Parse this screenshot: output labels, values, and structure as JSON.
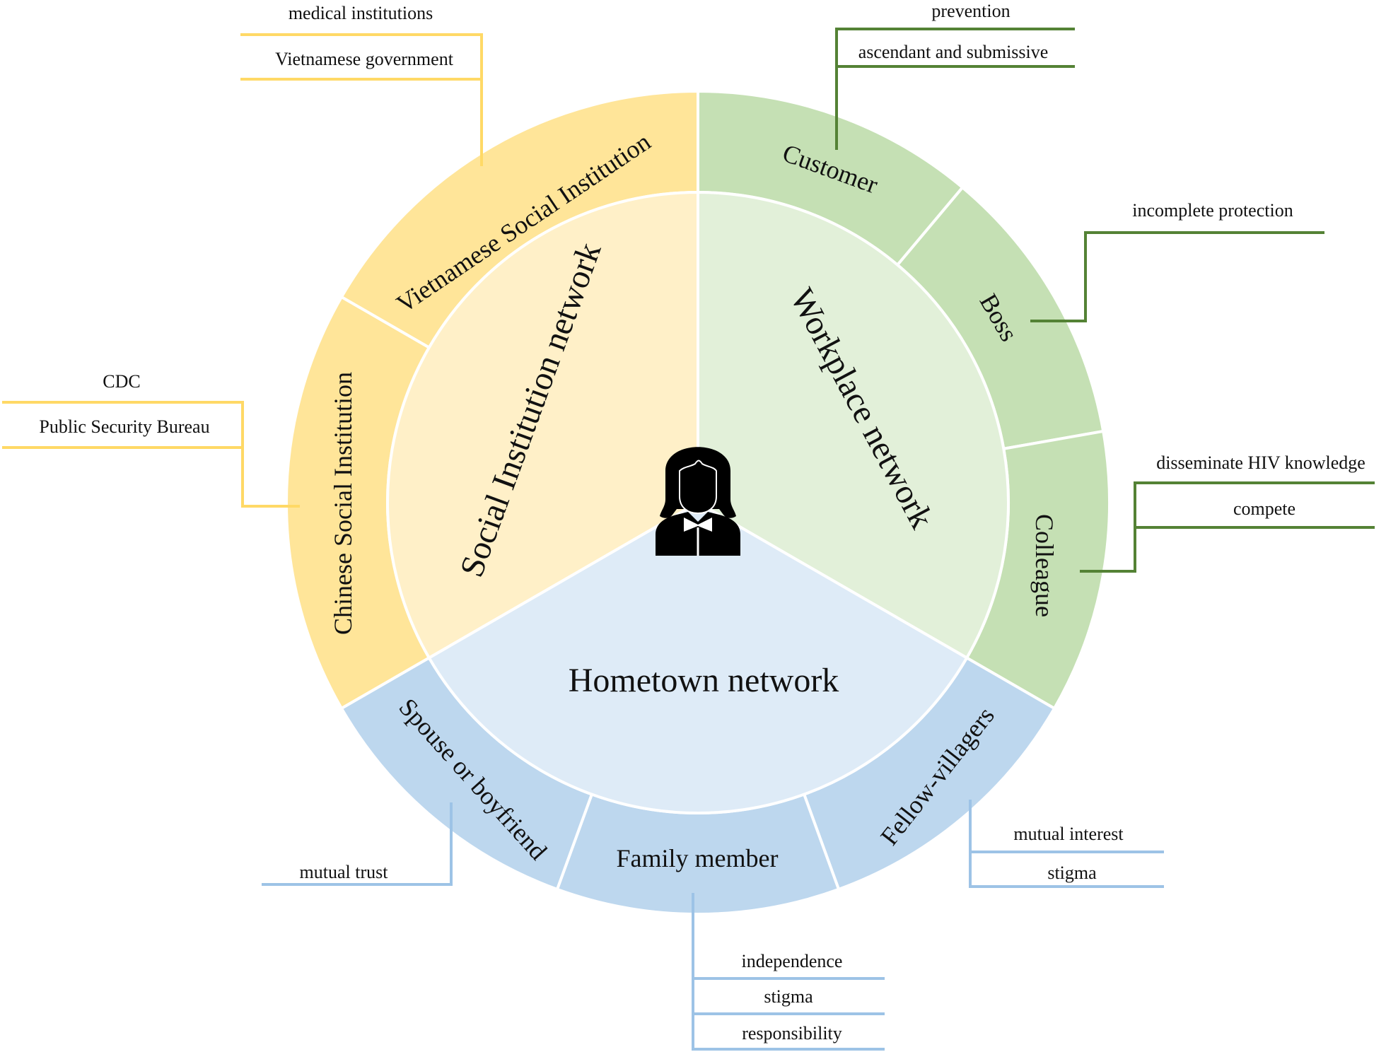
{
  "diagram": {
    "center_icon": "woman-person-icon",
    "colors": {
      "yellow_outer": "#FFE599",
      "yellow_inner": "#FFF0C8",
      "yellow_line": "#FFD966",
      "green_outer": "#C5E0B4",
      "green_inner": "#E2F0D9",
      "green_line": "#548235",
      "blue_outer": "#BDD7EE",
      "blue_inner": "#DEEBF7",
      "blue_line": "#9DC3E6"
    },
    "networks": [
      {
        "id": "social",
        "label": "Social Institution network",
        "subgroups": [
          {
            "label": "Chinese  Social Institution",
            "callouts": [
              "CDC",
              "Public Security Bureau"
            ]
          },
          {
            "label": "Vietnamese  Social Institution",
            "callouts": [
              "medical institutions",
              "Vietnamese government"
            ]
          }
        ]
      },
      {
        "id": "workplace",
        "label": "Workplace network",
        "subgroups": [
          {
            "label": "Customer",
            "callouts": [
              "prevention",
              "ascendant and submissive"
            ]
          },
          {
            "label": "Boss",
            "callouts": [
              "incomplete protection"
            ]
          },
          {
            "label": "Colleague",
            "callouts": [
              "disseminate HIV  knowledge",
              "compete"
            ]
          }
        ]
      },
      {
        "id": "hometown",
        "label": "Hometown network",
        "subgroups": [
          {
            "label": "Fellow-villagers",
            "callouts": [
              "mutual interest",
              "stigma"
            ]
          },
          {
            "label": "Family member",
            "callouts": [
              "independence",
              "stigma",
              "responsibility"
            ]
          },
          {
            "label": "Spouse or boyfriend",
            "callouts": [
              "mutual trust"
            ]
          }
        ]
      }
    ]
  }
}
